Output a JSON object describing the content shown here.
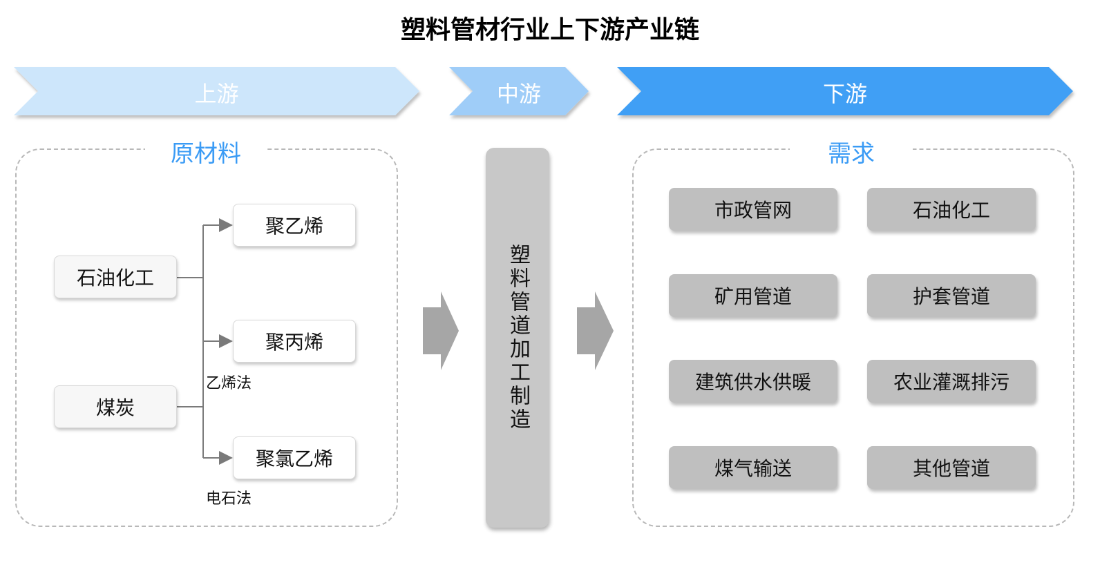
{
  "title": "塑料管材行业上下游产业链",
  "stages": {
    "upstream": {
      "label": "上游",
      "color": "#cde6fb"
    },
    "midstream": {
      "label": "中游",
      "color": "#9fcdf8"
    },
    "downstream": {
      "label": "下游",
      "color": "#3f9ff5"
    }
  },
  "upstream_panel": {
    "heading": "原材料",
    "sources": [
      "石油化工",
      "煤炭"
    ],
    "products": [
      "聚乙烯",
      "聚丙烯",
      "聚氯乙烯"
    ],
    "methods": [
      "乙烯法",
      "电石法"
    ]
  },
  "midstream_panel": {
    "process": "塑料管道加工制造"
  },
  "downstream_panel": {
    "heading": "需求",
    "items": [
      "市政管网",
      "石油化工",
      "矿用管道",
      "护套管道",
      "建筑供水供暖",
      "农业灌溉排污",
      "煤气输送",
      "其他管道"
    ]
  },
  "colors": {
    "accent": "#3a9bf5",
    "grey_box": "#bfbfbf",
    "connector": "#7a7a7a",
    "flow_arrow": "#a6a6a6"
  }
}
